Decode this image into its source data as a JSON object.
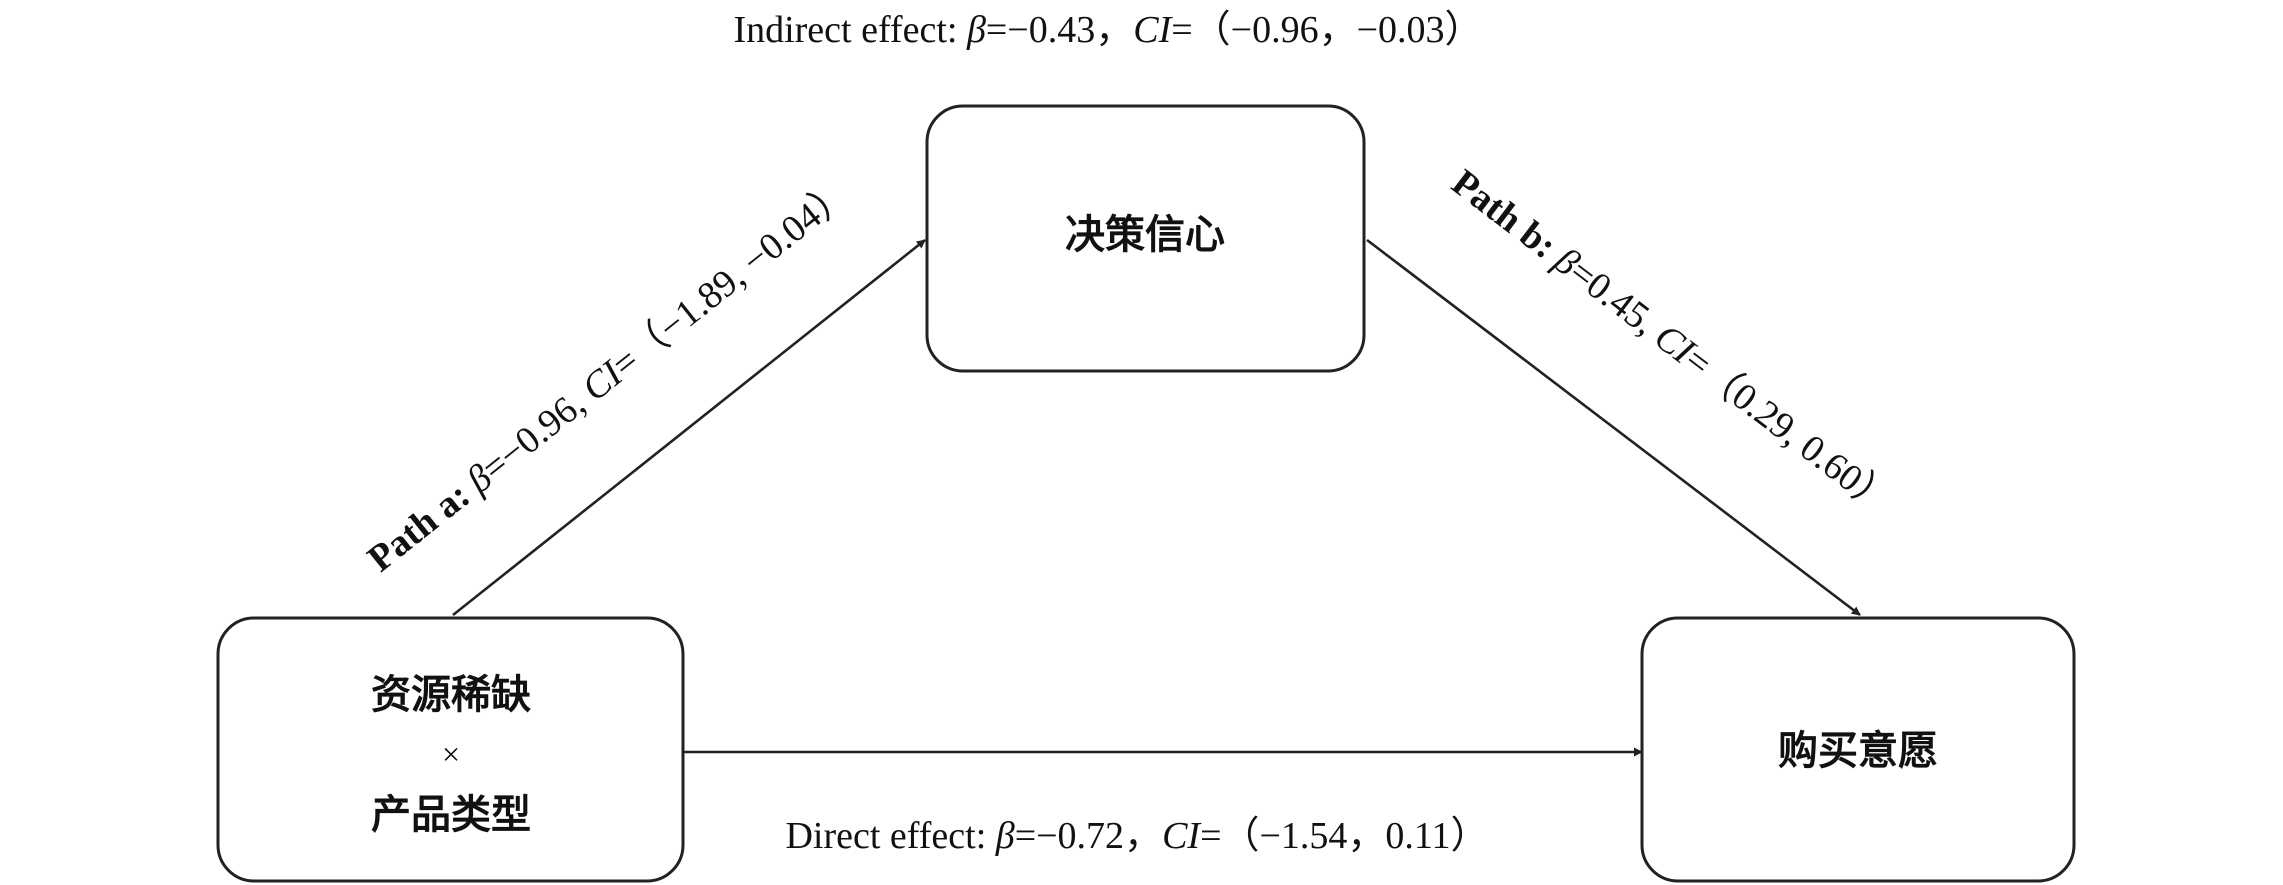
{
  "nodes": {
    "mediator": {
      "label": "决策信心"
    },
    "predictor": {
      "line1": "资源稀缺",
      "line2": "×",
      "line3": "产品类型"
    },
    "outcome": {
      "label": "购买意愿"
    }
  },
  "labels": {
    "indirect": {
      "name": "Indirect effect:",
      "beta_sym": "β",
      "beta_val": "=−0.43，",
      "ci_sym": "CI",
      "ci_val": "=（−0.96，−0.03）"
    },
    "path_a": {
      "name": "Path a:",
      "beta_sym": "β",
      "beta_val": "=−0.96, ",
      "ci_sym": "CI",
      "ci_val": "=（−1.89, −0.04）"
    },
    "path_b": {
      "name": "Path b:",
      "beta_sym": "β",
      "beta_val": "=0.45, ",
      "ci_sym": "CI",
      "ci_val": "=（0.29, 0.60）"
    },
    "direct": {
      "name": "Direct effect:",
      "beta_sym": "β",
      "beta_val": "=−0.72，",
      "ci_sym": "CI",
      "ci_val": "=（−1.54，0.11）"
    }
  },
  "colors": {
    "stroke": "#222222",
    "text": "#111111",
    "background": "#ffffff"
  }
}
